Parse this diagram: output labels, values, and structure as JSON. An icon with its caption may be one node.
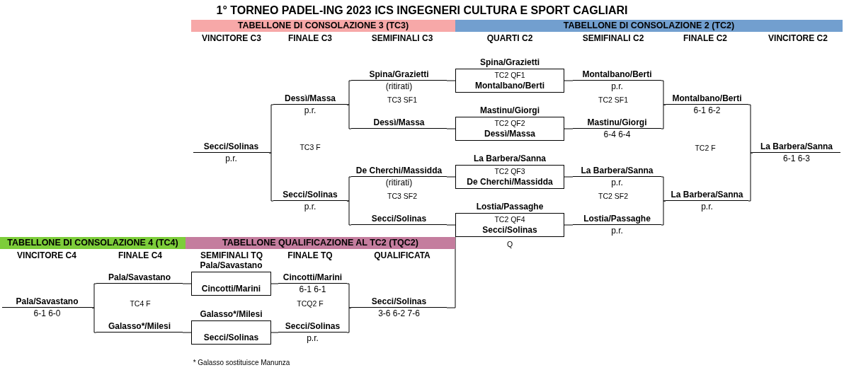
{
  "diagram": {
    "title": "1° TORNEO PADEL-ING 2023 ICS INGEGNERI CULTURA E SPORT CAGLIARI",
    "nodes": [
      {
        "text": [
          "TABELLONE DI CONSOLAZIONE 3 (TC3)"
        ]
      },
      {
        "text": [
          "TABELLONE DI CONSOLAZIONE 2 (TC2)"
        ]
      },
      {
        "text": [
          "Secci/Solinas",
          "p.r."
        ]
      },
      {
        "text": [
          "Dessì/Massa",
          "p.r."
        ]
      },
      {
        "text": [
          "Secci/Solinas",
          "p.r."
        ]
      },
      {
        "text": [
          "Spina/Grazietti",
          "(ritirati)"
        ]
      },
      {
        "text": [
          "Dessì/Massa"
        ]
      },
      {
        "text": [
          "De Cherchi/Massidda",
          "(ritirati)"
        ]
      },
      {
        "text": [
          "Secci/Solinas"
        ]
      },
      {
        "text": [
          "Spina/Grazietti",
          "TC2 QF1",
          "Montalbano/Berti"
        ]
      },
      {
        "text": [
          "Mastinu/Giorgi",
          "TC2 QF2",
          "Dessì/Massa"
        ]
      },
      {
        "text": [
          "La Barbera/Sanna",
          "TC2 QF3",
          "De Cherchi/Massidda"
        ]
      },
      {
        "text": [
          "Lostia/Passaghe",
          "TC2 QF4",
          "Secci/Solinas"
        ],
        "beside": [
          "Q"
        ]
      },
      {
        "text": [
          "Montalbano/Berti",
          "p.r."
        ]
      },
      {
        "text": [
          "Mastinu/Giorgi",
          "6-4 6-4"
        ]
      },
      {
        "text": [
          "La Barbera/Sanna",
          "p.r."
        ]
      },
      {
        "text": [
          "Lostia/Passaghe",
          "p.r."
        ]
      },
      {
        "text": [
          "Montalbano/Berti",
          "6-1 6-2"
        ]
      },
      {
        "text": [
          "La Barbera/Sanna",
          "p.r."
        ]
      },
      {
        "text": [
          "La Barbera/Sanna",
          "6-1 6-3"
        ]
      },
      {
        "text": [
          "TABELLONE DI CONSOLAZIONE 4 (TC4)"
        ]
      },
      {
        "text": [
          "TABELLONE QUALIFICAZIONE AL TC2 (TQC2)"
        ]
      },
      {
        "text": [
          "Pala/Savastano",
          "6-1 6-0"
        ]
      },
      {
        "text": [
          "Pala/Savastano"
        ]
      },
      {
        "text": [
          "Galasso*/Milesi"
        ]
      },
      {
        "text": [
          "Pala/Savastano",
          "Cincotti/Marini"
        ]
      },
      {
        "text": [
          "Galasso*/Milesi",
          "Secci/Solinas"
        ]
      },
      {
        "text": [
          "Cincotti/Marini",
          "6-1 6-1"
        ]
      },
      {
        "text": [
          "Secci/Solinas",
          "p.r."
        ]
      },
      {
        "text": [
          "Secci/Solinas",
          "3-6 6-2 7-6"
        ]
      }
    ],
    "edges": [
      {
        "from": 9,
        "to": 13,
        "arrow": "none"
      },
      {
        "from": 10,
        "to": 14,
        "arrow": "none"
      },
      {
        "from": 11,
        "to": 15,
        "arrow": "none"
      },
      {
        "from": 12,
        "to": 16,
        "arrow": "none"
      },
      {
        "from": 13,
        "to": 17,
        "arrow": "none"
      },
      {
        "from": 14,
        "to": 17,
        "arrow": "none"
      },
      {
        "from": 15,
        "to": 18,
        "arrow": "none"
      },
      {
        "from": 16,
        "to": 18,
        "arrow": "none"
      },
      {
        "from": 17,
        "to": 19,
        "arrow": "none"
      },
      {
        "from": 18,
        "to": 19,
        "arrow": "none"
      },
      {
        "from": 9,
        "to": 5,
        "arrow": "none"
      },
      {
        "from": 10,
        "to": 6,
        "arrow": "none"
      },
      {
        "from": 11,
        "to": 7,
        "arrow": "none"
      },
      {
        "from": 12,
        "to": 8,
        "arrow": "none"
      },
      {
        "from": 5,
        "to": 3,
        "arrow": "none"
      },
      {
        "from": 6,
        "to": 3,
        "arrow": "none"
      },
      {
        "from": 7,
        "to": 4,
        "arrow": "none"
      },
      {
        "from": 8,
        "to": 4,
        "arrow": "none"
      },
      {
        "from": 3,
        "to": 2,
        "arrow": "none"
      },
      {
        "from": 4,
        "to": 2,
        "arrow": "none"
      },
      {
        "from": 25,
        "to": 27,
        "arrow": "none"
      },
      {
        "from": 26,
        "to": 28,
        "arrow": "none"
      },
      {
        "from": 27,
        "to": 29,
        "arrow": "none"
      },
      {
        "from": 28,
        "to": 29,
        "arrow": "none"
      },
      {
        "from": 29,
        "to": 12,
        "arrow": "none"
      },
      {
        "from": 25,
        "to": 23,
        "arrow": "none"
      },
      {
        "from": 26,
        "to": 24,
        "arrow": "none"
      },
      {
        "from": 23,
        "to": 22,
        "arrow": "none"
      },
      {
        "from": 24,
        "to": 22,
        "arrow": "none"
      }
    ],
    "labels": [
      "VINCITORE C3",
      "FINALE C3",
      "SEMIFINALI C3",
      "QUARTI C2",
      "SEMIFINALI C2",
      "FINALE C2",
      "VINCITORE C2",
      "TC3 SF1",
      "TC2 SF1",
      "TC3 F",
      "TC2 F",
      "TC3 SF2",
      "TC2 SF2",
      "VINCITORE C4",
      "FINALE C4",
      "SEMIFINALI TQ",
      "FINALE TQ",
      "QUALIFICATA",
      "TC4 F",
      "TCQ2 F",
      "* Galasso sostituisce Manunza"
    ]
  }
}
